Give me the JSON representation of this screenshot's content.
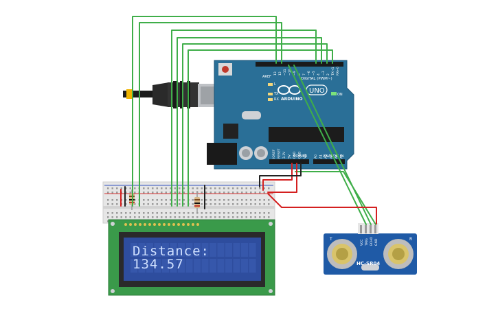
{
  "arduino": {
    "brand": "ARDUINO",
    "model": "UNO",
    "on_label": "ON",
    "digital_label": "DIGITAL (PWM~)",
    "power_label": "POWER",
    "analog_label": "ANALOG IN",
    "aref": "AREF",
    "gnd": "GND",
    "led_l": "L",
    "led_tx": "TX",
    "led_rx": "RX",
    "digital_pins": [
      "13",
      "12",
      "~11",
      "~10",
      "~9",
      "8",
      "7",
      "~6",
      "~5",
      "4",
      "~3",
      "2",
      "TX→1",
      "RX←0"
    ],
    "power_pins": [
      "IOREF",
      "RESET",
      "3.3V",
      "5V",
      "GND",
      "GND",
      "Vin"
    ],
    "analog_pins": [
      "A0",
      "A1",
      "A2",
      "A3",
      "A4",
      "A5"
    ]
  },
  "sensor": {
    "model": "HC-SR04",
    "pins": [
      "VCC",
      "TRIG",
      "ECHO",
      "GND"
    ],
    "left_mark": "T",
    "right_mark": "R"
  },
  "lcd": {
    "line1": "Distance:",
    "line2": "134.57"
  },
  "colors": {
    "board": "#2a6f97",
    "signal_wire": "#3fae49",
    "power_wire": "#d42020",
    "ground_wire": "#222222",
    "lcd_pcb": "#3a9a4a",
    "lcd_screen": "#2e4d9e",
    "sensor_pcb": "#1f5aa6"
  }
}
